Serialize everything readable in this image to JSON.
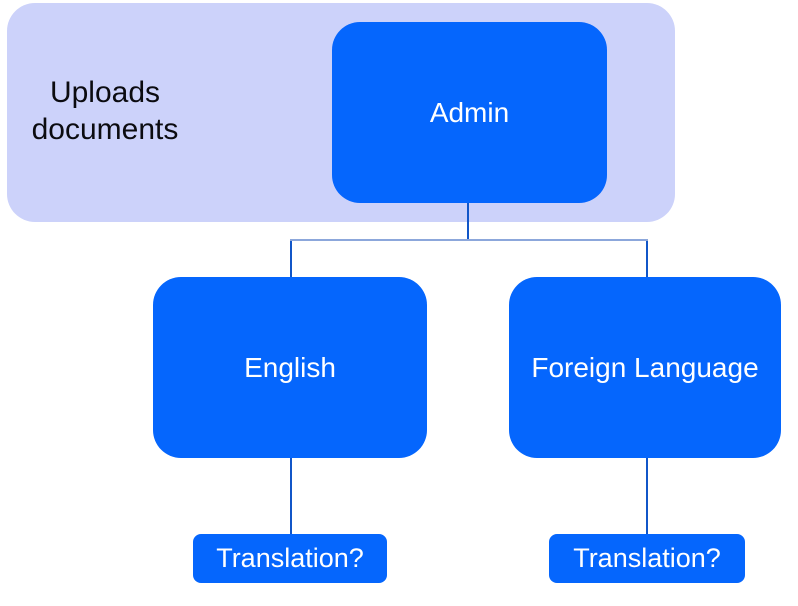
{
  "diagram": {
    "note": "Uploads documents",
    "nodes": {
      "admin": "Admin",
      "english": "English",
      "foreign": "Foreign Language",
      "translation_left": "Translation?",
      "translation_right": "Translation?"
    },
    "colors": {
      "node_fill": "#0566FD",
      "node_text": "#FFFFFF",
      "container_fill": "#CCD2FA",
      "note_text": "#0B0B10",
      "connector_strong": "#1156C8",
      "connector_soft": "#8CA7DB"
    }
  }
}
